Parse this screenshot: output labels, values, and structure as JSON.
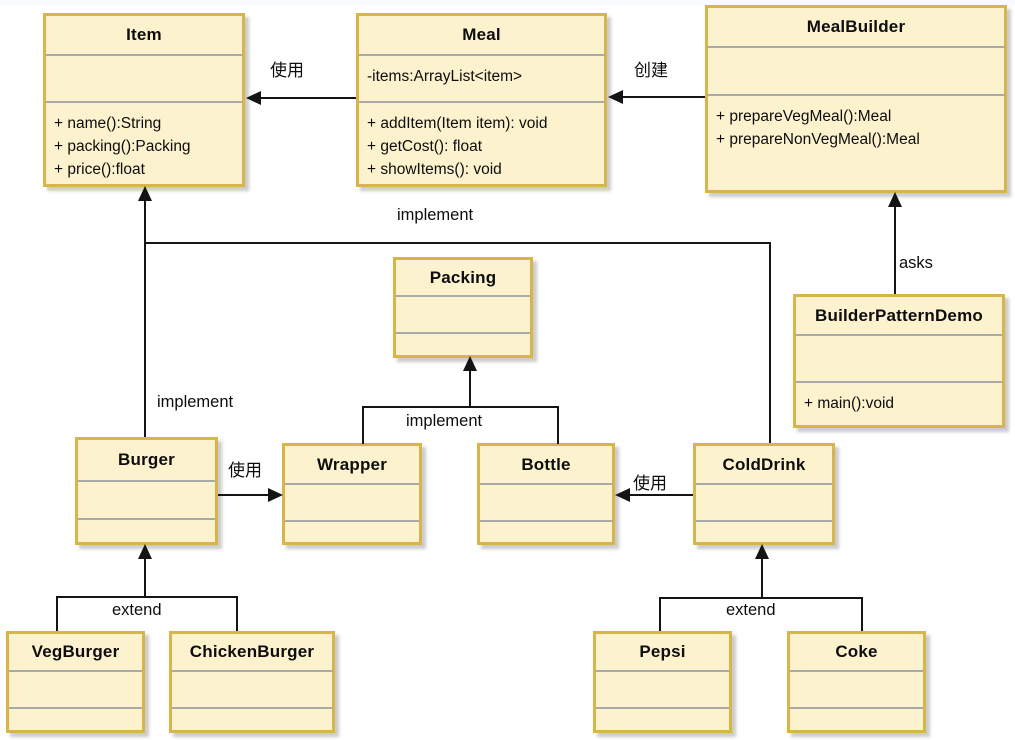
{
  "classes": {
    "item": {
      "name": "Item",
      "attributes": [],
      "methods": [
        "+ name():String",
        "+ packing():Packing",
        "+ price():float"
      ]
    },
    "meal": {
      "name": "Meal",
      "attributes": [
        "-items:ArrayList<item>"
      ],
      "methods": [
        "+ addItem(Item item): void",
        "+ getCost(): float",
        "+ showItems(): void"
      ]
    },
    "meal_builder": {
      "name": "MealBuilder",
      "attributes": [],
      "methods": [
        "+ prepareVegMeal():Meal",
        "+ prepareNonVegMeal():Meal"
      ]
    },
    "packing": {
      "name": "Packing",
      "attributes": [],
      "methods": []
    },
    "builder_pattern_demo": {
      "name": "BuilderPatternDemo",
      "attributes": [],
      "methods": [
        "+ main():void"
      ]
    },
    "burger": {
      "name": "Burger",
      "attributes": [],
      "methods": []
    },
    "wrapper": {
      "name": "Wrapper",
      "attributes": [],
      "methods": []
    },
    "bottle": {
      "name": "Bottle",
      "attributes": [],
      "methods": []
    },
    "cold_drink": {
      "name": "ColdDrink",
      "attributes": [],
      "methods": []
    },
    "veg_burger": {
      "name": "VegBurger",
      "attributes": [],
      "methods": []
    },
    "chicken_burger": {
      "name": "ChickenBurger",
      "attributes": [],
      "methods": []
    },
    "pepsi": {
      "name": "Pepsi",
      "attributes": [],
      "methods": []
    },
    "coke": {
      "name": "Coke",
      "attributes": [],
      "methods": []
    }
  },
  "relationships": {
    "meal_uses_item": "使用",
    "mealbuilder_creates_meal": "创建",
    "implement_item_shared": "implement",
    "implement_item_burger": "implement",
    "implement_packing": "implement",
    "demo_asks_mealbuilder": "asks",
    "burger_uses_wrapper": "使用",
    "colddrink_uses_bottle": "使用",
    "burgers_extend": "extend",
    "drinks_extend": "extend"
  },
  "colors": {
    "box_fill": "#FCF2CE",
    "box_border": "#D8B54A",
    "line": "#141414"
  }
}
